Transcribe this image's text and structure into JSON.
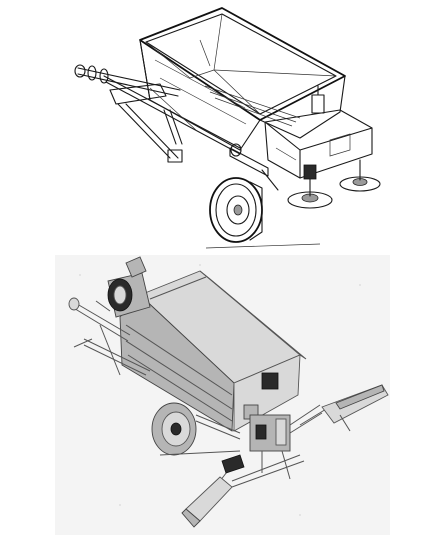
{
  "figures": [
    {
      "id": "top",
      "subject": "hopper-spreader-trailer-line-drawing"
    },
    {
      "id": "bottom",
      "subject": "boom-spreader-trailer-line-drawing"
    }
  ]
}
